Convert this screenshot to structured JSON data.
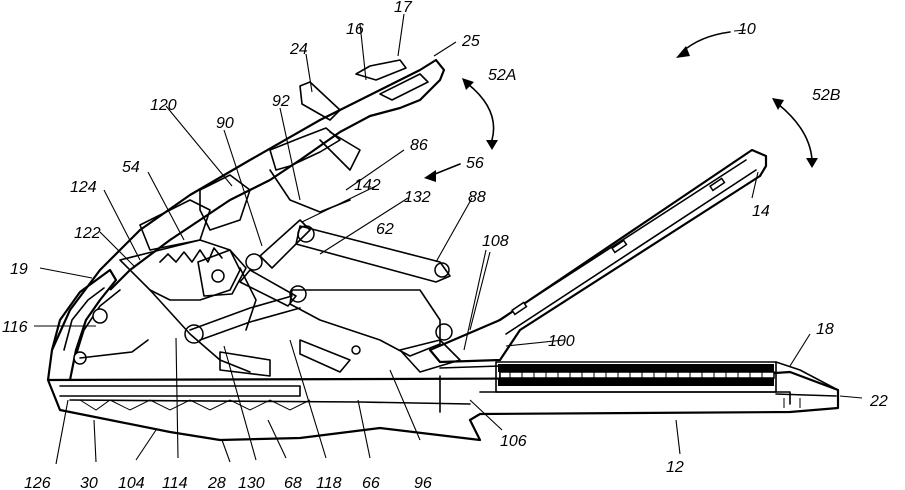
{
  "labels": {
    "l10": "10",
    "l12": "12",
    "l14": "14",
    "l16": "16",
    "l17": "17",
    "l18": "18",
    "l19": "19",
    "l22": "22",
    "l24": "24",
    "l25": "25",
    "l28": "28",
    "l30": "30",
    "l52A": "52A",
    "l52B": "52B",
    "l54": "54",
    "l56": "56",
    "l62": "62",
    "l66": "66",
    "l68": "68",
    "l86": "86",
    "l88": "88",
    "l90": "90",
    "l92": "92",
    "l96": "96",
    "l100": "100",
    "l104": "104",
    "l106": "106",
    "l108": "108",
    "l114": "114",
    "l116": "116",
    "l118": "118",
    "l120": "120",
    "l122": "122",
    "l124": "124",
    "l126": "126",
    "l130": "130",
    "l132": "132",
    "l142": "142"
  }
}
